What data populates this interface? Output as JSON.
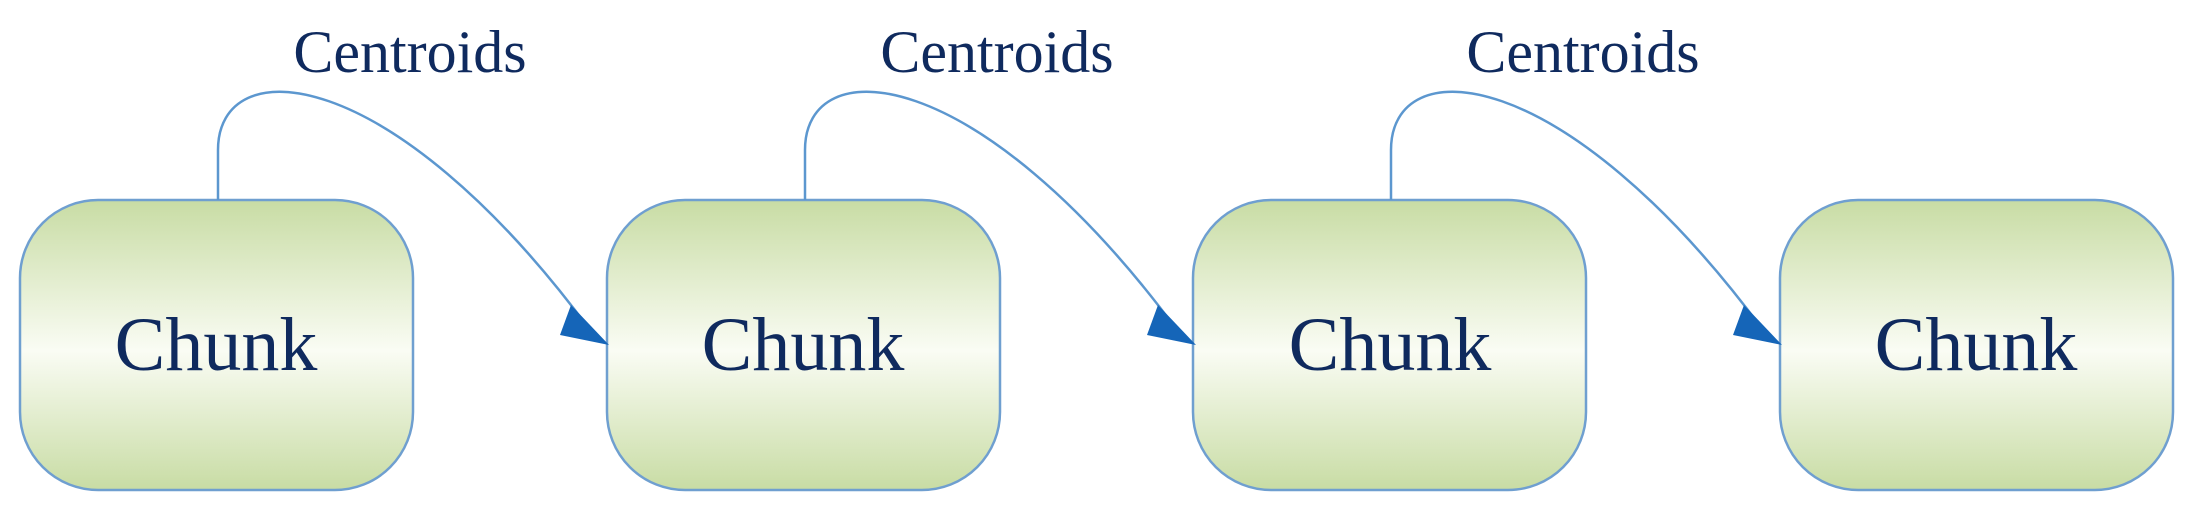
{
  "diagram": {
    "colors": {
      "box_fill_top": "#c8dca4",
      "box_fill_mid": "#fafcf4",
      "box_fill_bottom": "#c8dca4",
      "box_stroke": "#6f9fd0",
      "text": "#0f2a5e",
      "arrow": "#5c97cf",
      "arrowhead": "#1565b8"
    },
    "chunks": [
      {
        "label": "Chunk"
      },
      {
        "label": "Chunk"
      },
      {
        "label": "Chunk"
      },
      {
        "label": "Chunk"
      }
    ],
    "links": [
      {
        "label": "Centroids",
        "from": 0,
        "to": 1
      },
      {
        "label": "Centroids",
        "from": 1,
        "to": 2
      },
      {
        "label": "Centroids",
        "from": 2,
        "to": 3
      }
    ]
  }
}
